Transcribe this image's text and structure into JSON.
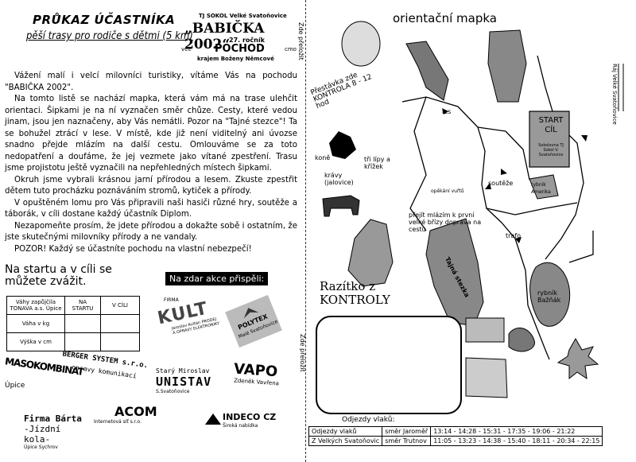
{
  "left": {
    "title": "PRŮKAZ ÚČASTNÍKA",
    "subtitle": "pěší trasy pro rodiče s dětmi (5 km)",
    "logo": {
      "top": "TJ SOKOL Velké Svatoňovice",
      "name": "„BABIČKA 2002“",
      "edition": "27. ročník",
      "event": "POCHOD",
      "left_word": "vee",
      "right_word": "cmo",
      "bottom": "krajem Boženy Němcové"
    },
    "paragraphs": [
      "Vážení malí i velcí milovníci turistiky, vítáme Vás na pochodu \"BABIČKA 2002\".",
      "Na tomto listě se nachází mapka, která vám má na trase ulehčit orientaci. Šipkami je na ní vyznačen směr chůze. Cesty, které vedou jinam, jsou jen naznačeny, aby Vás nemátli. Pozor na \"Tajné stezce\"! Ta se bohužel ztrácí v lese. V místě, kde již není viditelný ani úvozse snadno přejde mlázím na další cestu. Omlouváme se za toto nedopatření a doufáme, že jej vezmete jako vítané zpestření. Trasu jsme projistotu ještě vyznačili na nepřehledných místech šipkami.",
      "Okruh jsme vybrali krásnou jarní přírodou a lesem. Zkuste zpestřit dětem tuto procházku poznáváním stromů, kytiček a přírody.",
      "V opuštěném lomu pro Vás připravili naši hasiči různé hry, soutěže a táborák, v cíli dostane každý účastník Diplom.",
      "Nezapomeňte prosím, že jdete přírodou a dokažte sobě i ostatním, že jste skutečnými milovníky přírody a ne vandaly.",
      "POZOR! Každý se účastníte pochodu na vlastní nebezpečí!"
    ],
    "weigh_note": "Na startu a v cíli se můžete zvážit.",
    "sponsors_header": "Na zdar akce přispěli:",
    "table": {
      "header_owner": "Váhy zapůjčila TONAVA a.s. Úpice",
      "col_start": "NA STARTU",
      "col_finish": "V CÍLI",
      "rows": [
        "Váha v kg",
        "Výška v cm"
      ]
    },
    "sponsors": {
      "kult_firma": "FIRMA",
      "kult_name": "KULT",
      "kult_desc": "Jaroslav Kultán PRODEJ A OPRAVY ELEKTRONIKY",
      "polytex": "POLYTEX",
      "polytex_sub": "Malé Svatoňovice",
      "masokombinat": "MASOKOMBINAT",
      "masokombinat_sub": "Úpice",
      "berger": "BERGER SYSTEM s.r.o.",
      "berger_sub": "opravy komunikací",
      "unistav_owner": "Starý Miroslav",
      "unistav": "UNISTAV",
      "unistav_sub": "S.Svatoňovice",
      "vapo": "VAPO",
      "vapo_sub": "Zdeněk Vavřena",
      "firma_barta": "Firma Bárta",
      "barta_sub": "-Jízdní kola-",
      "barta_place": "Úpice Sychrov",
      "acom": "ACOM",
      "acom_sub": "Internetová síť s.r.o.",
      "indeco": "INDECO CZ",
      "indeco_sub": "Široká nabídka"
    }
  },
  "right": {
    "map_title": "orientační mapka",
    "cut_here": "Zde přeložit",
    "labels": {
      "kontrola": "Přestávka zde KONTROLA 8 - 12 hod",
      "les": "les",
      "kone": "koně",
      "lipy": "tři lípy a křížek",
      "kravy": "krávy (jalovice)",
      "sprava": "opěkání vuřtů",
      "souteze": "soutěže",
      "mlazi": "přejít mlázím k první velké břízy doprava na cestu",
      "trafo": "trafo",
      "tajna": "Tajná stezka",
      "start": "START",
      "cil": "CÍL",
      "start_place": "Sokolovna TJ Sokol V. Svatoňovice",
      "rybnik1": "rybník Amerika",
      "rybnik2": "rybník Bažňák",
      "rail": "Ráj Velké Svatoňovice",
      "razitko": "Razítko z KONTROLY"
    },
    "departures_title": "Odjezdy vlaků:",
    "departures": [
      {
        "from": "Odjezdy vlaků",
        "dir": "směr Jaroměř",
        "times": "13:14 - 14:28 - 15:31 - 17:35 - 19:06 - 21:22"
      },
      {
        "from": "Z Velkých Svatoňovic",
        "dir": "směr Trutnov",
        "times": "11:05 - 13:23 - 14:38 - 15:40 - 18:11 - 20:34 - 22:15"
      }
    ]
  }
}
